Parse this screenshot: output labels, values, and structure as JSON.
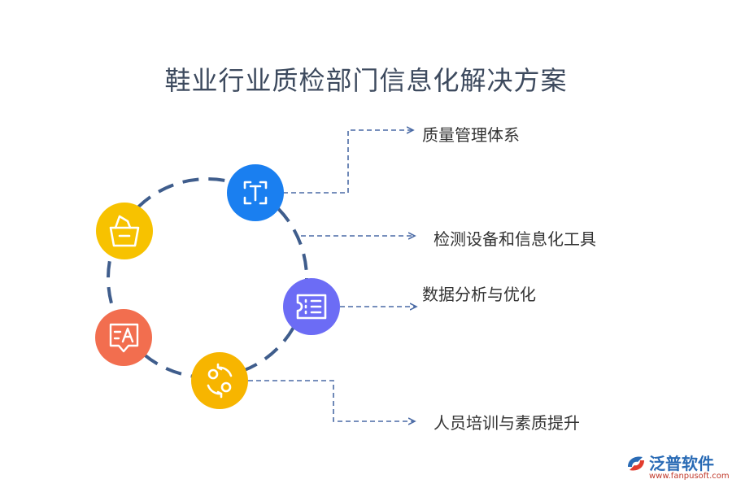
{
  "title": "鞋业行业质检部门信息化解决方案",
  "items": [
    {
      "label": "质量管理体系",
      "icon": "text-frame-icon",
      "color": "#1a7ff0"
    },
    {
      "label": "检测设备和信息化工具",
      "icon": "",
      "color": ""
    },
    {
      "label": "数据分析与优化",
      "icon": "ticket-list-icon",
      "color": "#6c6cf5"
    },
    {
      "label": "人员培训与素质提升",
      "icon": "cycle-swap-icon",
      "color": "#f7b500"
    }
  ],
  "extra_icons": [
    {
      "icon": "basket-icon",
      "color": "#f7c200"
    },
    {
      "icon": "translate-chat-icon",
      "color": "#f26e4f"
    }
  ],
  "colors": {
    "dash": "#3f5d8c",
    "arrow": "#4a6aa5"
  },
  "logo": {
    "name": "泛普软件",
    "url": "www.fanpusoft.com"
  }
}
